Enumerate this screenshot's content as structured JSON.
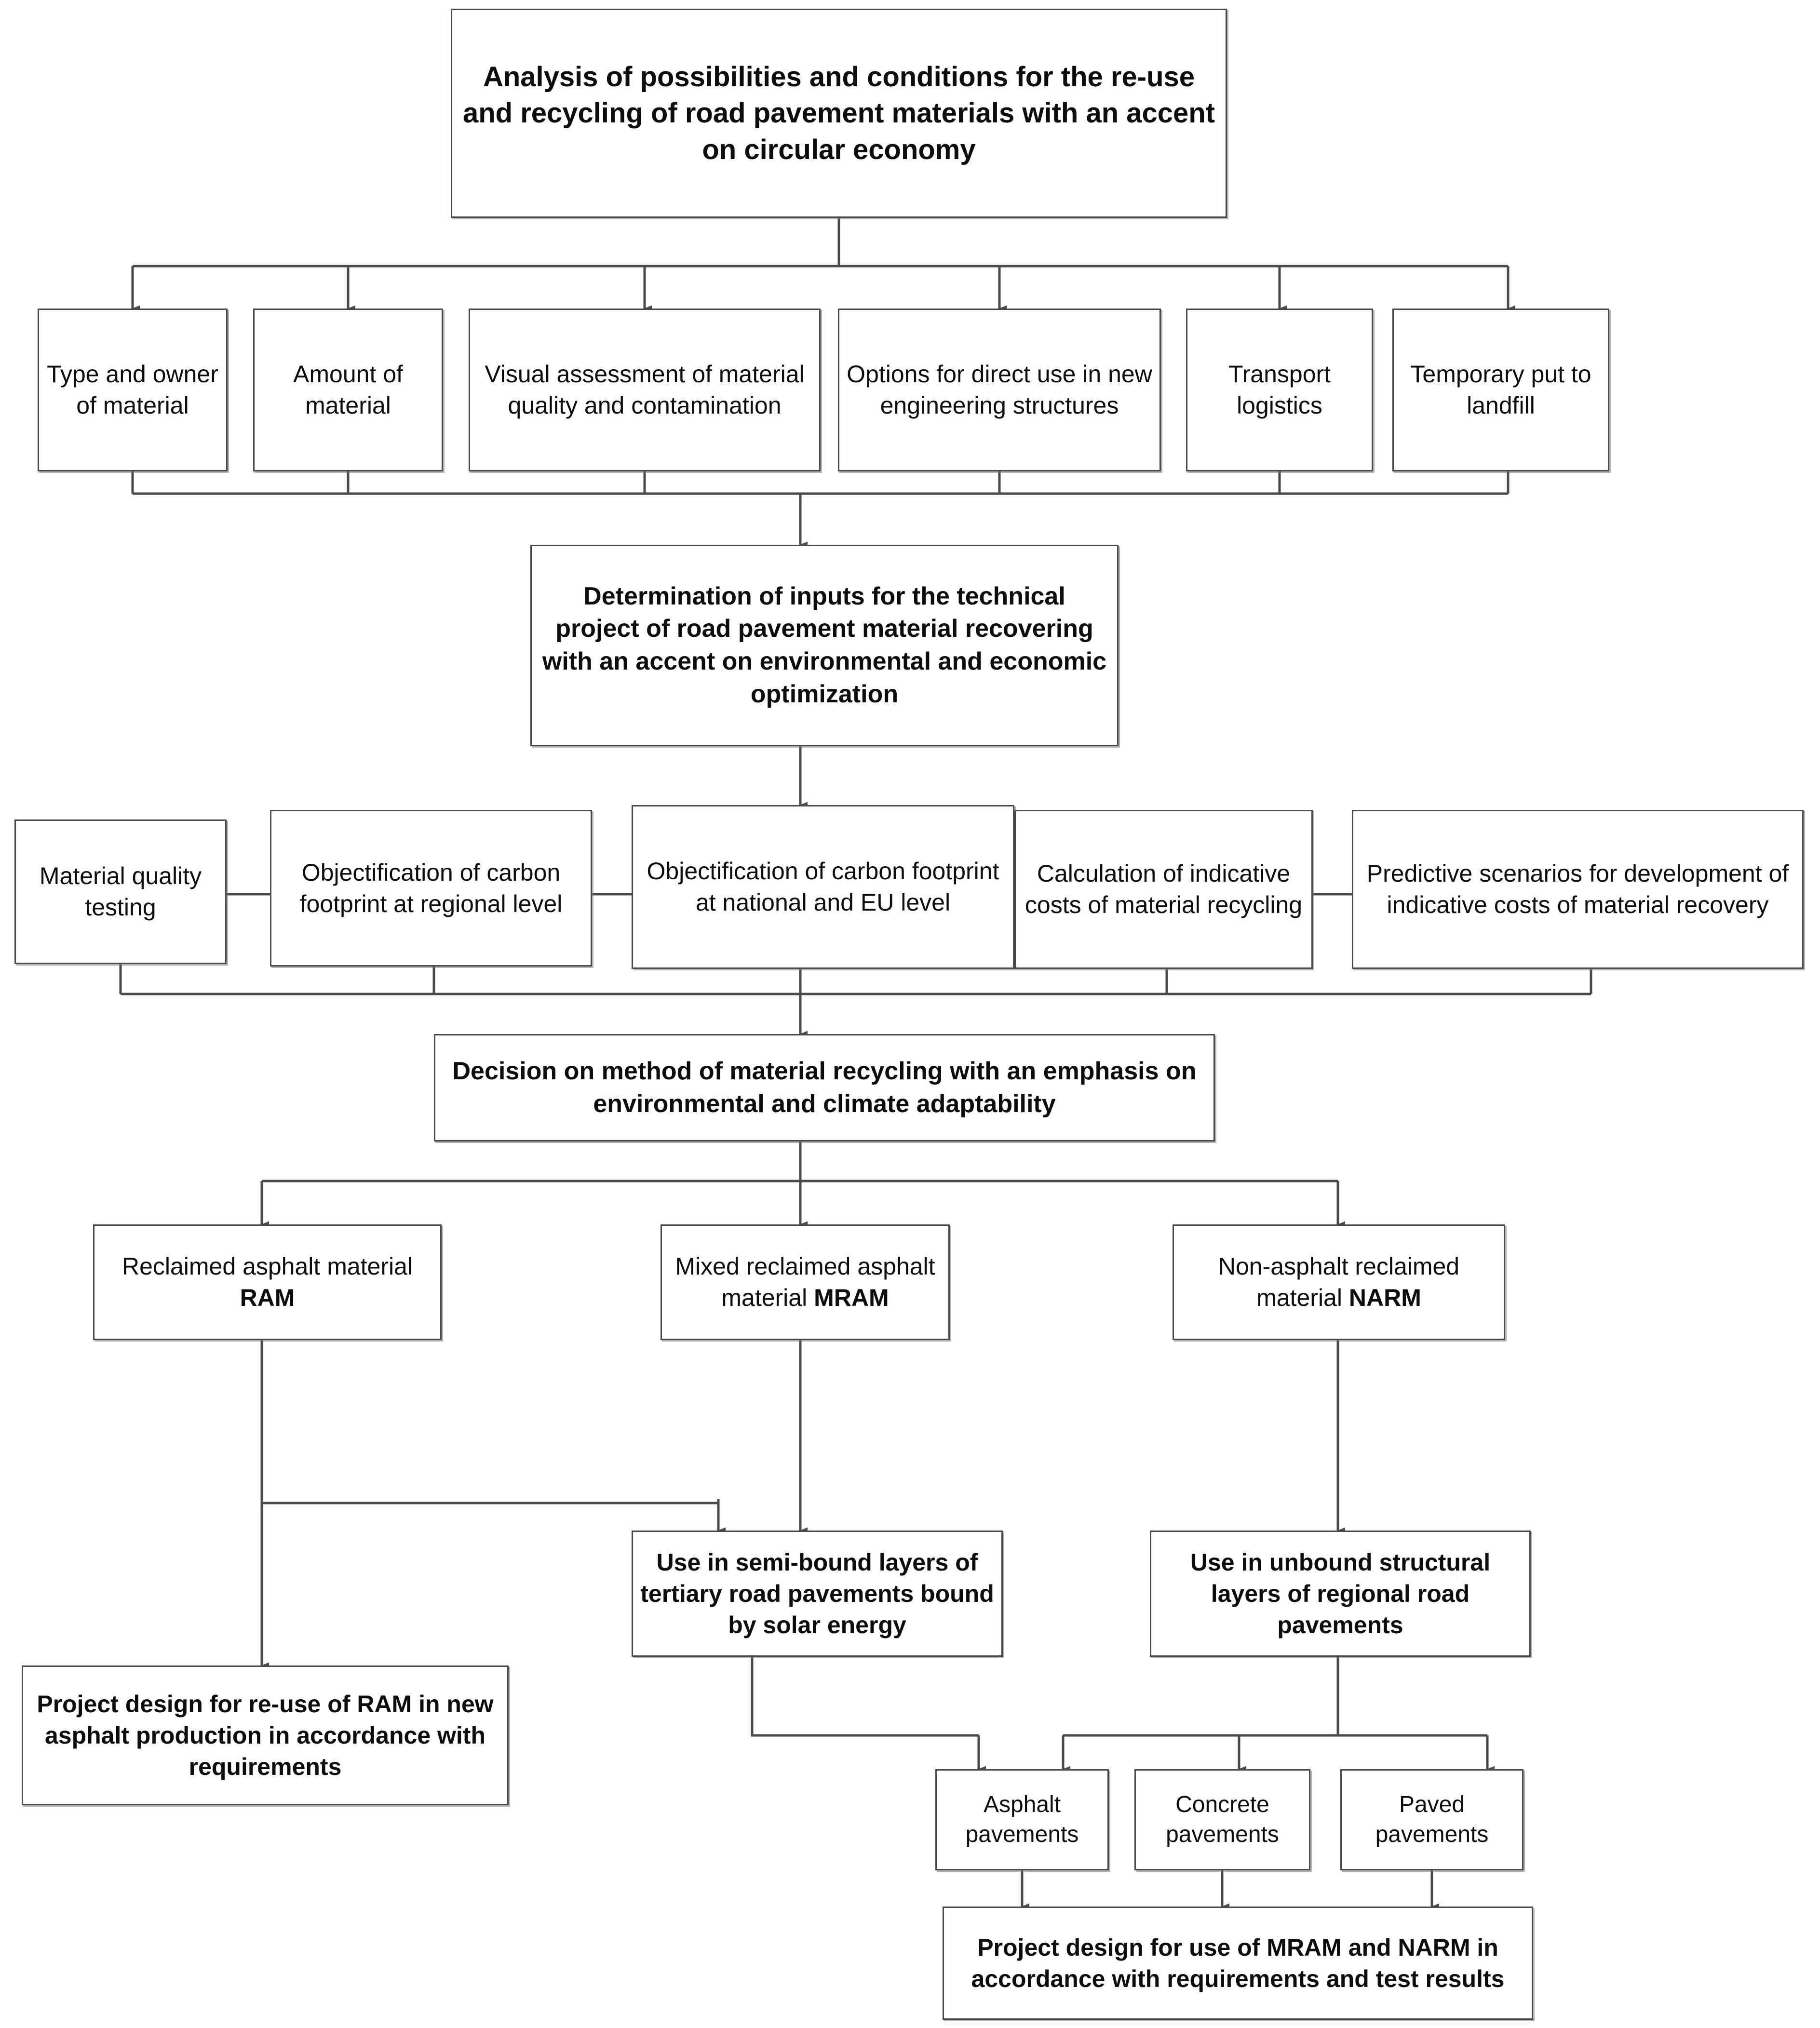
{
  "diagram": {
    "title": "Analysis of possibilities and conditions for the re-use and recycling of road pavement materials with an accent on circular economy",
    "nodes": {
      "root": "Analysis of possibilities and conditions for the re-use and recycling of road pavement materials with an accent on circular economy",
      "inputs": [
        "Type and owner of material",
        "Amount of material",
        "Visual assessment of material quality and contamination",
        "Options for direct use in new engineering structures",
        "Transport logistics",
        "Temporary put to landfill"
      ],
      "determination": "Determination of inputs for the technical project of road pavement material recovering with an accent on environmental and economic optimization",
      "analysis": [
        "Material quality testing",
        "Objectification of  carbon footprint at  regional level",
        "Objectification of carbon footprint at national and EU level",
        "Calculation of  indicative costs of material recycling",
        "Predictive scenarios for  development of indicative costs of material recovery"
      ],
      "decision": "Decision on method of material recycling with an emphasis on environmental and climate adaptability",
      "materials": [
        {
          "prefix": "Reclaimed asphalt material ",
          "acronym": "RAM"
        },
        {
          "prefix": "Mixed reclaimed asphalt material ",
          "acronym": "MRAM"
        },
        {
          "prefix": "Non-asphalt reclaimed material ",
          "acronym": "NARM"
        }
      ],
      "uses": [
        "Use in semi-bound layers of tertiary road pavements bound by solar energy",
        "Use in unbound structural layers of regional road pavements"
      ],
      "pavements": [
        "Asphalt pavements",
        "Concrete pavements",
        "Paved pavements"
      ],
      "outputs": [
        "Project design for re-use of RAM in new asphalt production in accordance with requirements",
        "Project design for use of MRAM and NARM in accordance with requirements and test results"
      ]
    },
    "colors": {
      "border": "#4a4a4a",
      "text": "#0d0d0d",
      "background": "#ffffff",
      "connector": "#3a3a3a",
      "shadow": "#787878"
    }
  }
}
